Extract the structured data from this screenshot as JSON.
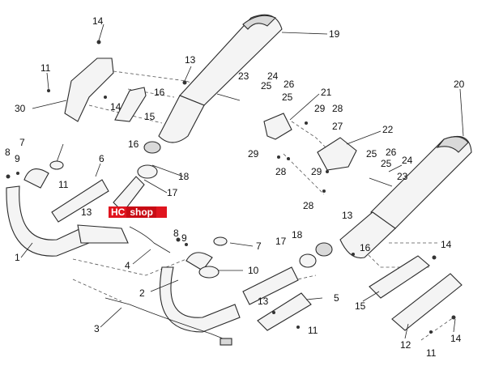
{
  "diagram": {
    "callouts": [
      {
        "id": "c14a",
        "label": "14"
      },
      {
        "id": "c19",
        "label": "19"
      },
      {
        "id": "c11a",
        "label": "11"
      },
      {
        "id": "c13a",
        "label": "13"
      },
      {
        "id": "c20",
        "label": "20"
      },
      {
        "id": "c23a",
        "label": "23"
      },
      {
        "id": "c24a",
        "label": "24"
      },
      {
        "id": "c25a",
        "label": "25"
      },
      {
        "id": "c26a",
        "label": "26"
      },
      {
        "id": "c16a",
        "label": "16"
      },
      {
        "id": "c25b",
        "label": "25"
      },
      {
        "id": "c21",
        "label": "21"
      },
      {
        "id": "c30",
        "label": "30"
      },
      {
        "id": "c14b",
        "label": "14"
      },
      {
        "id": "c29a",
        "label": "29"
      },
      {
        "id": "c28a",
        "label": "28"
      },
      {
        "id": "c15a",
        "label": "15"
      },
      {
        "id": "c27",
        "label": "27"
      },
      {
        "id": "c22",
        "label": "22"
      },
      {
        "id": "c7a",
        "label": "7"
      },
      {
        "id": "c16b",
        "label": "16"
      },
      {
        "id": "c29b",
        "label": "29"
      },
      {
        "id": "c8a",
        "label": "8"
      },
      {
        "id": "c9a",
        "label": "9"
      },
      {
        "id": "c6",
        "label": "6"
      },
      {
        "id": "c28b",
        "label": "28"
      },
      {
        "id": "c25c",
        "label": "25"
      },
      {
        "id": "c26b",
        "label": "26"
      },
      {
        "id": "c18a",
        "label": "18"
      },
      {
        "id": "c29c",
        "label": "29"
      },
      {
        "id": "c25d",
        "label": "25"
      },
      {
        "id": "c24b",
        "label": "24"
      },
      {
        "id": "c11b",
        "label": "11"
      },
      {
        "id": "c17a",
        "label": "17"
      },
      {
        "id": "c23b",
        "label": "23"
      },
      {
        "id": "c28c",
        "label": "28"
      },
      {
        "id": "c13b",
        "label": "13"
      },
      {
        "id": "c13c",
        "label": "13"
      },
      {
        "id": "c8b",
        "label": "8"
      },
      {
        "id": "c9b",
        "label": "9"
      },
      {
        "id": "c7b",
        "label": "7"
      },
      {
        "id": "c17b",
        "label": "17"
      },
      {
        "id": "c18b",
        "label": "18"
      },
      {
        "id": "c14c",
        "label": "14"
      },
      {
        "id": "c16c",
        "label": "16"
      },
      {
        "id": "c1",
        "label": "1"
      },
      {
        "id": "c4",
        "label": "4"
      },
      {
        "id": "c10",
        "label": "10"
      },
      {
        "id": "c2",
        "label": "2"
      },
      {
        "id": "c13d",
        "label": "13"
      },
      {
        "id": "c5",
        "label": "5"
      },
      {
        "id": "c15b",
        "label": "15"
      },
      {
        "id": "c3",
        "label": "3"
      },
      {
        "id": "c11c",
        "label": "11"
      },
      {
        "id": "c12",
        "label": "12"
      },
      {
        "id": "c14d",
        "label": "14"
      },
      {
        "id": "c11d",
        "label": "11"
      }
    ]
  },
  "watermark": {
    "part1": "HC",
    "part2": "shop"
  }
}
